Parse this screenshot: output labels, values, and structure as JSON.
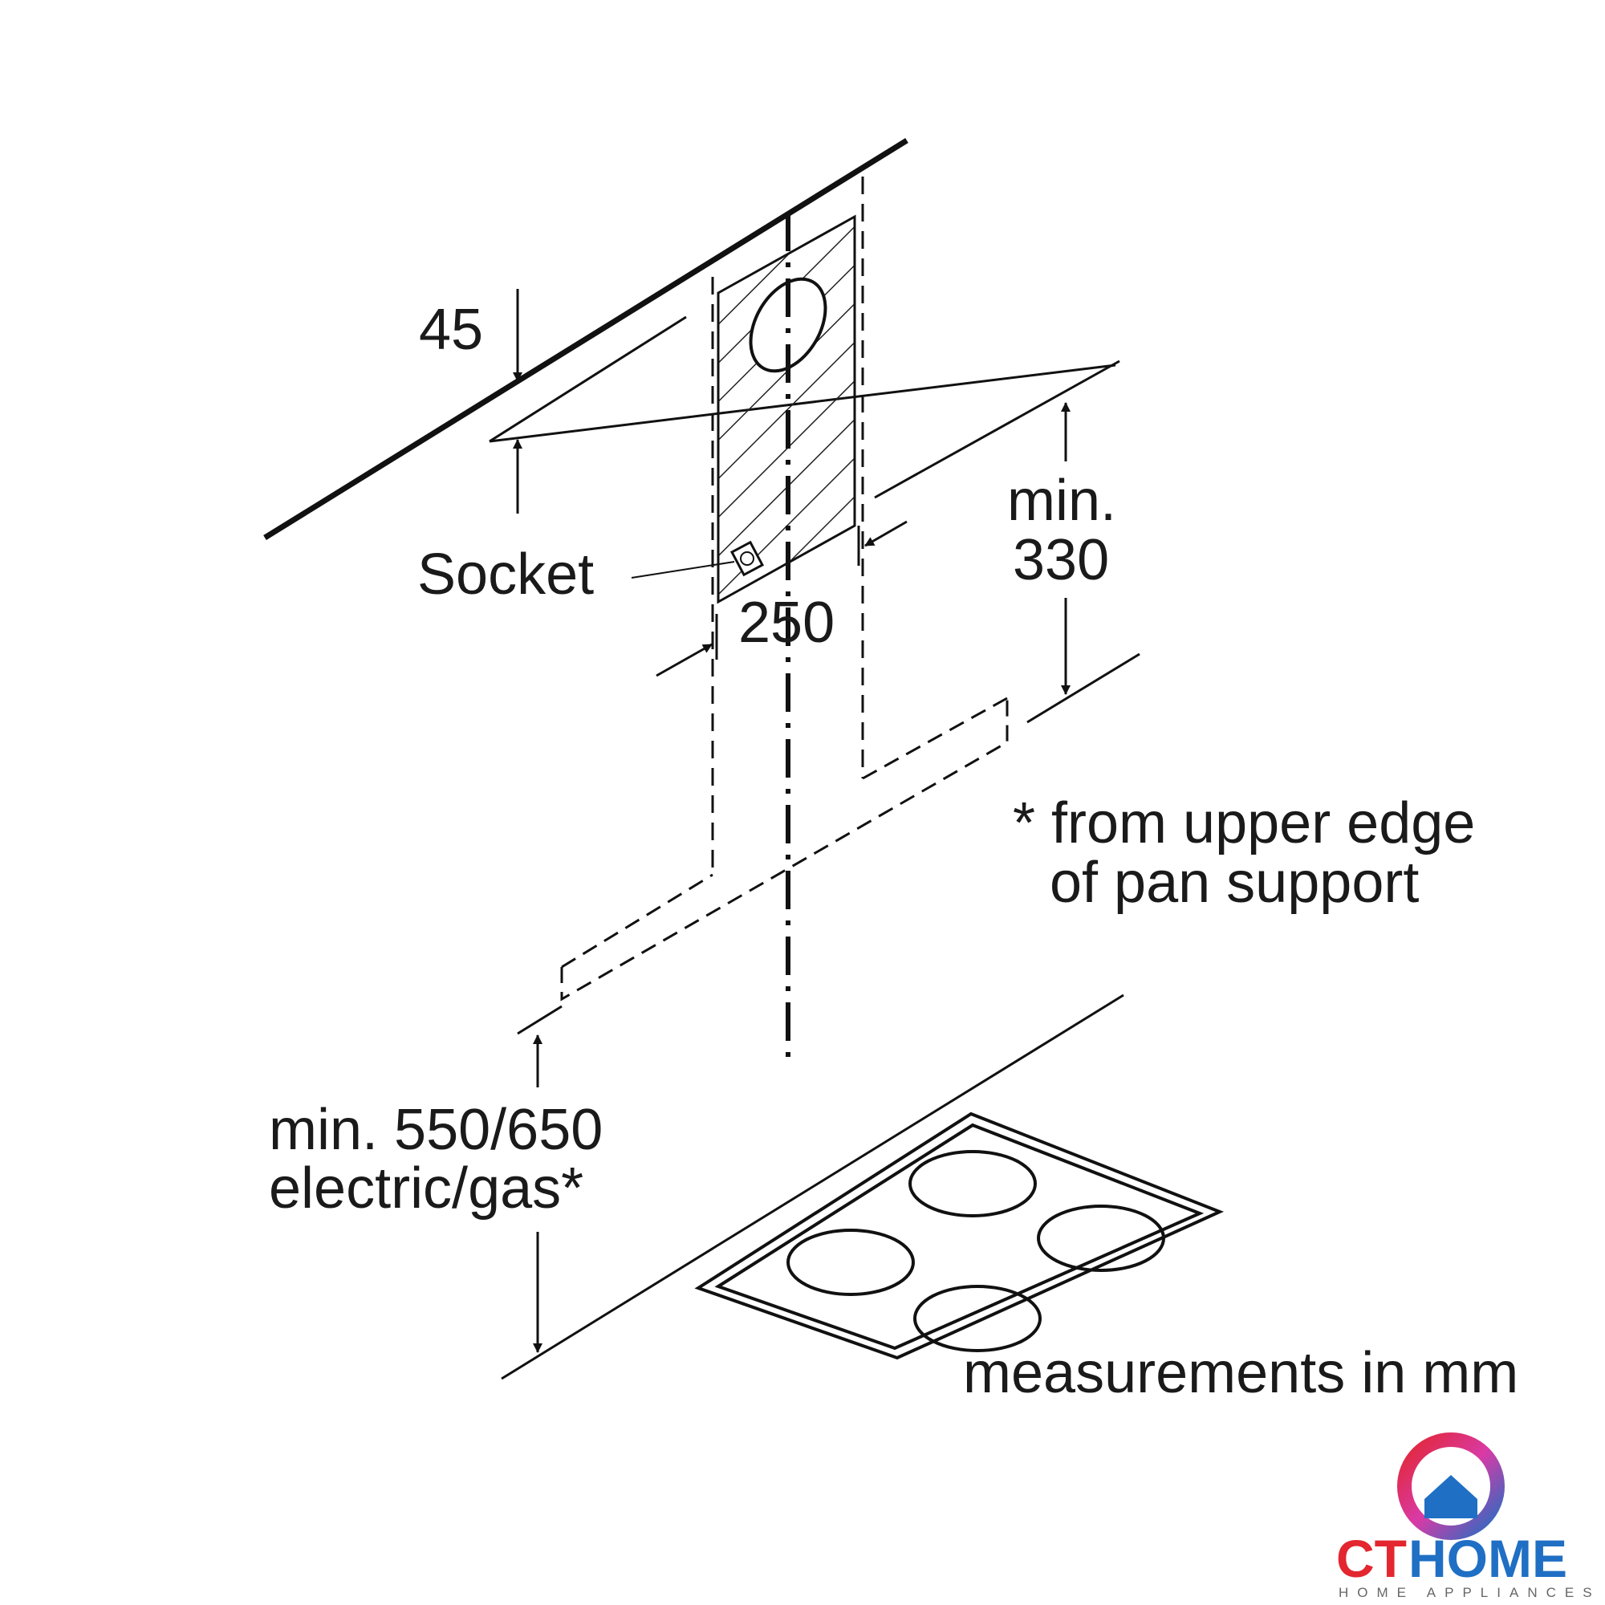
{
  "labels": {
    "dim_45": "45",
    "socket": "Socket",
    "dim_250": "250",
    "min_330_line1": "min.",
    "min_330_line2": "330",
    "note_line1": "* from upper edge",
    "note_line2": "of pan support",
    "min_550_line1": "min. 550/650",
    "min_550_line2": "electric/gas*",
    "units": "measurements in mm"
  },
  "brand": {
    "part1": "CT",
    "part2": "HOME",
    "subtitle": "HOME APPLIANCES",
    "color_red": "#e3262f",
    "color_blue": "#1f6fc4"
  },
  "colors": {
    "stroke": "#111111",
    "text": "#1a1a1a"
  }
}
